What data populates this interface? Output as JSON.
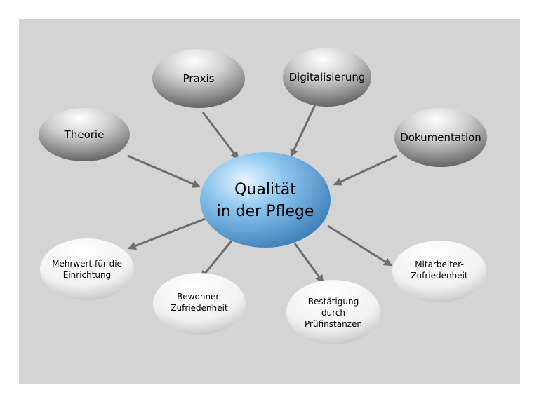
{
  "diagram": {
    "center": {
      "line1": "Qualität",
      "line2": "in der Pflege"
    },
    "inputs": {
      "theorie": "Theorie",
      "praxis": "Praxis",
      "digitalisierung": "Digitalisierung",
      "dokumentation": "Dokumentation"
    },
    "outputs": {
      "mehrwert": {
        "line1": "Mehrwert für die",
        "line2": "Einrichtung"
      },
      "bewohner": {
        "line1": "Bewohner-",
        "line2": "Zufriedenheit"
      },
      "bestaetigung": {
        "line1": "Bestätigung",
        "line2": "durch",
        "line3": "Prüfinstanzen"
      },
      "mitarbeiter": {
        "line1": "Mitarbeiter-",
        "line2": "Zufriedenheit"
      }
    }
  },
  "colors": {
    "background": "#d4d4d4",
    "center_fill": "#6aaede",
    "input_fill": "#8a8a8a",
    "output_fill": "#ffffff",
    "arrow": "#6e6e6e"
  }
}
